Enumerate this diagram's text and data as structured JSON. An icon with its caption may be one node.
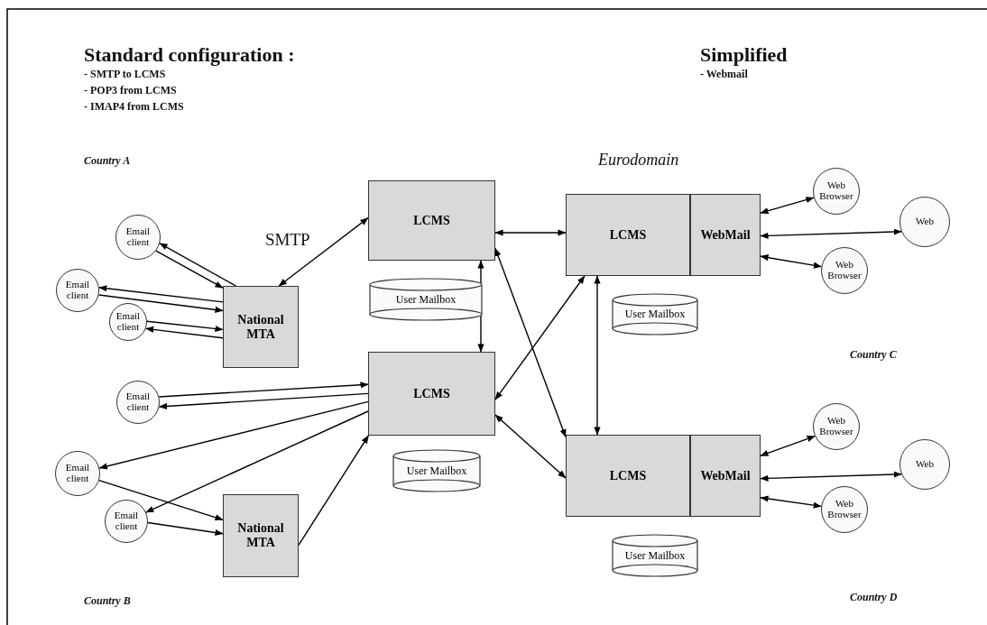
{
  "diagram": {
    "title": "Standard configuration :",
    "nodes": [
      {
        "text": [
          "Email client"
        ]
      },
      {
        "text": [
          "Email client"
        ]
      },
      {
        "text": [
          "Email client"
        ]
      },
      {
        "text": [
          "National MTA"
        ]
      },
      {
        "text": [
          "LCMS"
        ]
      },
      {
        "text": [
          "User Mailbox"
        ]
      },
      {
        "text": [
          "LCMS"
        ]
      },
      {
        "text": [
          "User Mailbox"
        ]
      },
      {
        "text": [
          "Email client"
        ]
      },
      {
        "text": [
          "Email client"
        ]
      },
      {
        "text": [
          "Email client"
        ]
      },
      {
        "text": [
          "National MTA"
        ]
      },
      {
        "text": [
          "LCMS"
        ]
      },
      {
        "text": [
          "WebMail"
        ]
      },
      {
        "text": [
          "User Mailbox"
        ]
      },
      {
        "text": [
          "Web Browser"
        ]
      },
      {
        "text": [
          "Web"
        ]
      },
      {
        "text": [
          "Web Browser"
        ]
      },
      {
        "text": [
          "LCMS"
        ]
      },
      {
        "text": [
          "WebMail"
        ]
      },
      {
        "text": [
          "User Mailbox"
        ]
      },
      {
        "text": [
          "Web Browser"
        ]
      },
      {
        "text": [
          "Web"
        ]
      },
      {
        "text": [
          "Web Browser"
        ]
      }
    ],
    "edges": [
      {
        "from": 3,
        "to": 0,
        "arrow": "to"
      },
      {
        "from": 0,
        "to": 3,
        "arrow": "to"
      },
      {
        "from": 3,
        "to": 1,
        "arrow": "to"
      },
      {
        "from": 1,
        "to": 3,
        "arrow": "to"
      },
      {
        "from": 2,
        "to": 3,
        "arrow": "to"
      },
      {
        "from": 3,
        "to": 2,
        "arrow": "to"
      },
      {
        "from": 3,
        "to": 4,
        "arrow": "both",
        "label": "SMTP"
      },
      {
        "from": 4,
        "to": 6,
        "arrow": "both"
      },
      {
        "from": 4,
        "to": 12,
        "arrow": "both"
      },
      {
        "from": 4,
        "to": 18,
        "arrow": "both"
      },
      {
        "from": 6,
        "to": 12,
        "arrow": "both"
      },
      {
        "from": 6,
        "to": 18,
        "arrow": "both"
      },
      {
        "from": 12,
        "to": 18,
        "arrow": "both"
      },
      {
        "from": 8,
        "to": 6,
        "arrow": "to"
      },
      {
        "from": 6,
        "to": 8,
        "arrow": "to"
      },
      {
        "from": 6,
        "to": 9,
        "arrow": "to"
      },
      {
        "from": 6,
        "to": 10,
        "arrow": "to"
      },
      {
        "from": 9,
        "to": 11,
        "arrow": "to"
      },
      {
        "from": 10,
        "to": 11,
        "arrow": "to"
      },
      {
        "from": 11,
        "to": 6,
        "arrow": "to"
      },
      {
        "from": 13,
        "to": 15,
        "arrow": "both"
      },
      {
        "from": 13,
        "to": 16,
        "arrow": "both"
      },
      {
        "from": 13,
        "to": 17,
        "arrow": "both"
      },
      {
        "from": 19,
        "to": 21,
        "arrow": "both"
      },
      {
        "from": 19,
        "to": 22,
        "arrow": "both"
      },
      {
        "from": 19,
        "to": 23,
        "arrow": "both"
      }
    ],
    "labels": [
      "- SMTP to LCMS",
      "- POP3 from LCMS",
      "- IMAP4 from LCMS",
      "Simplified",
      "- Webmail",
      "Country A",
      "Eurodomain",
      "Country C",
      "Country B",
      "Country D"
    ]
  }
}
